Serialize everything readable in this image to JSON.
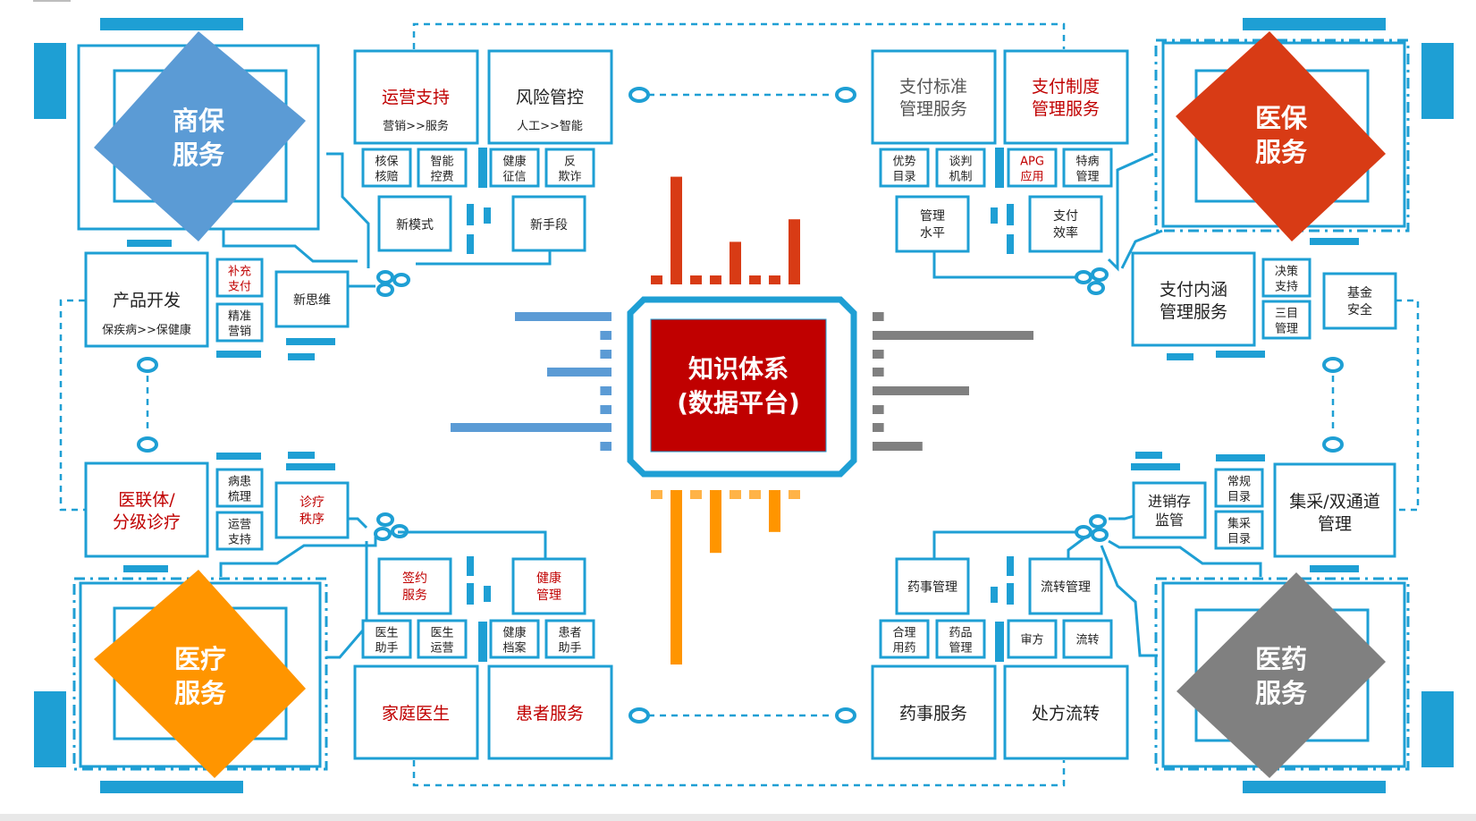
{
  "colors": {
    "circuit": "#1e9fd4",
    "shangbao": "#5b9bd5",
    "yibao": "#d83b15",
    "yiliao": "#ff9500",
    "yiyao": "#808080",
    "core": "#c00000",
    "text_red": "#c00000",
    "text_dark": "#222222"
  },
  "core": {
    "line1": "知识体系",
    "line2": "(数据平台)",
    "top_bars": [
      0.05,
      0.86,
      0.05,
      0.05,
      0.34,
      0.05,
      0.05,
      0.52
    ],
    "bottom_bars": [
      0.05,
      1.0,
      0.05,
      0.36,
      0.05,
      0.05,
      0.24,
      0.05
    ],
    "left_bars": [
      0.6,
      0.07,
      0.07,
      0.4,
      0.07,
      0.07,
      1.0,
      0.07
    ],
    "right_bars": [
      0.07,
      1.0,
      0.07,
      0.07,
      0.6,
      0.07,
      0.07,
      0.31
    ]
  },
  "quadrants": {
    "shangbao": {
      "title_line1": "商保",
      "title_line2": "服务",
      "top_left": {
        "title": "运营支持",
        "subtitle": "营销>>服务",
        "title_color": "red"
      },
      "top_right": {
        "title": "风险管控",
        "subtitle": "人工>>智能"
      },
      "small": [
        [
          "核保",
          "核赔"
        ],
        [
          "智能",
          "控费"
        ],
        [
          "健康",
          "征信"
        ],
        [
          "反",
          "欺诈"
        ]
      ],
      "mid": [
        "新模式",
        "新手段"
      ],
      "product": {
        "title": "产品开发",
        "subtitle": "保疾病>>保健康"
      },
      "side_small": [
        [
          "补充",
          "支付"
        ],
        [
          "精准",
          "营销"
        ]
      ],
      "think": "新思维"
    },
    "yibao": {
      "title_line1": "医保",
      "title_line2": "服务",
      "top_left": {
        "line1": "支付标准",
        "line2": "管理服务"
      },
      "top_right": {
        "line1": "支付制度",
        "line2": "管理服务"
      },
      "small": [
        [
          "优势",
          "目录"
        ],
        [
          "谈判",
          "机制"
        ],
        [
          "APG",
          "应用"
        ],
        [
          "特病",
          "管理"
        ]
      ],
      "mid": [
        [
          "管理",
          "水平"
        ],
        [
          "支付",
          "效率"
        ]
      ],
      "content": {
        "line1": "支付内涵",
        "line2": "管理服务"
      },
      "side_small": [
        [
          "决策",
          "支持"
        ],
        [
          "三目",
          "管理"
        ]
      ],
      "fund": [
        "基金",
        "安全"
      ]
    },
    "yiliao": {
      "title_line1": "医疗",
      "title_line2": "服务",
      "alliance": {
        "line1": "医联体/",
        "line2": "分级诊疗"
      },
      "side_small": [
        [
          "病患",
          "梳理"
        ],
        [
          "运营",
          "支持"
        ]
      ],
      "order": [
        "诊疗",
        "秩序"
      ],
      "mid": [
        [
          "签约",
          "服务"
        ],
        [
          "健康",
          "管理"
        ]
      ],
      "small": [
        [
          "医生",
          "助手"
        ],
        [
          "医生",
          "运营"
        ],
        [
          "健康",
          "档案"
        ],
        [
          "患者",
          "助手"
        ]
      ],
      "bottom": [
        "家庭医生",
        "患者服务"
      ]
    },
    "yiyao": {
      "title_line1": "医药",
      "title_line2": "服务",
      "procure": {
        "line1": "集采/双通道",
        "line2": "管理"
      },
      "side_small": [
        [
          "常规",
          "目录"
        ],
        [
          "集采",
          "目录"
        ]
      ],
      "inventory": [
        "进销存",
        "监管"
      ],
      "mid": [
        "药事管理",
        "流转管理"
      ],
      "small": [
        [
          "合理",
          "用药"
        ],
        [
          "药品",
          "管理"
        ],
        [
          "审方"
        ],
        [
          "流转"
        ]
      ],
      "bottom": [
        "药事服务",
        "处方流转"
      ]
    }
  }
}
